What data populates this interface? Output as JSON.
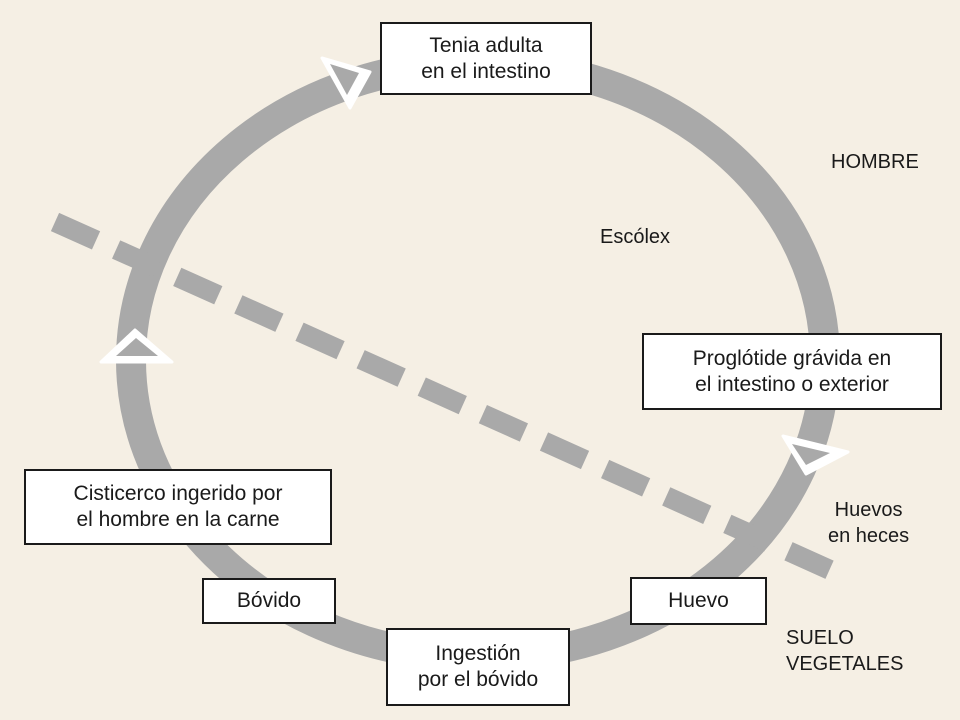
{
  "stages": {
    "adult": {
      "lines": [
        "Tenia adulta",
        "en el intestino"
      ]
    },
    "proglottid": {
      "lines": [
        "Proglótide grávida en",
        "el intestino o exterior"
      ]
    },
    "egg": {
      "lines": [
        "Huevo"
      ]
    },
    "ingestion": {
      "lines": [
        "Ingestión",
        "por el bóvido"
      ]
    },
    "bovine": {
      "lines": [
        "Bóvido"
      ]
    },
    "cysticercus": {
      "lines": [
        "Cisticerco ingerido por",
        "el hombre en la carne"
      ]
    }
  },
  "labels": {
    "scolex": "Escólex",
    "eggs_in_feces": [
      "Huevos",
      "en heces"
    ]
  },
  "regions": {
    "host": "HOMBRE",
    "environment": [
      "SUELO",
      "VEGETALES"
    ]
  },
  "colors": {
    "background": "#f5efe4",
    "cycle_ring": "#a9a9a9",
    "divider": "#a9a9a9",
    "box_fill": "#ffffff",
    "box_border": "#1a1a1a",
    "text": "#1a1a1a"
  }
}
